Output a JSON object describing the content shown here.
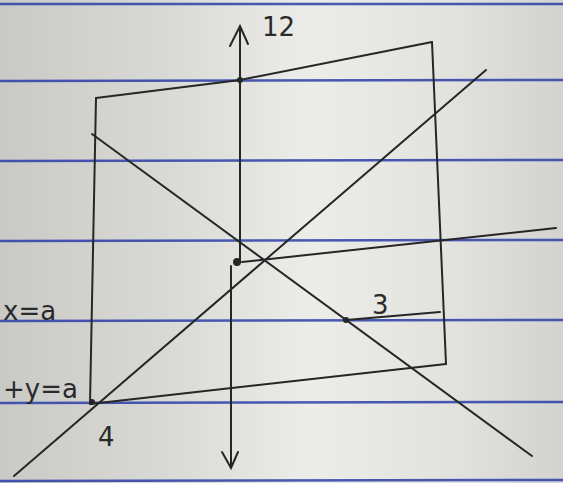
{
  "diagram": {
    "labels": [
      "12",
      "x=a",
      "+y=a",
      "4",
      "3"
    ]
  }
}
